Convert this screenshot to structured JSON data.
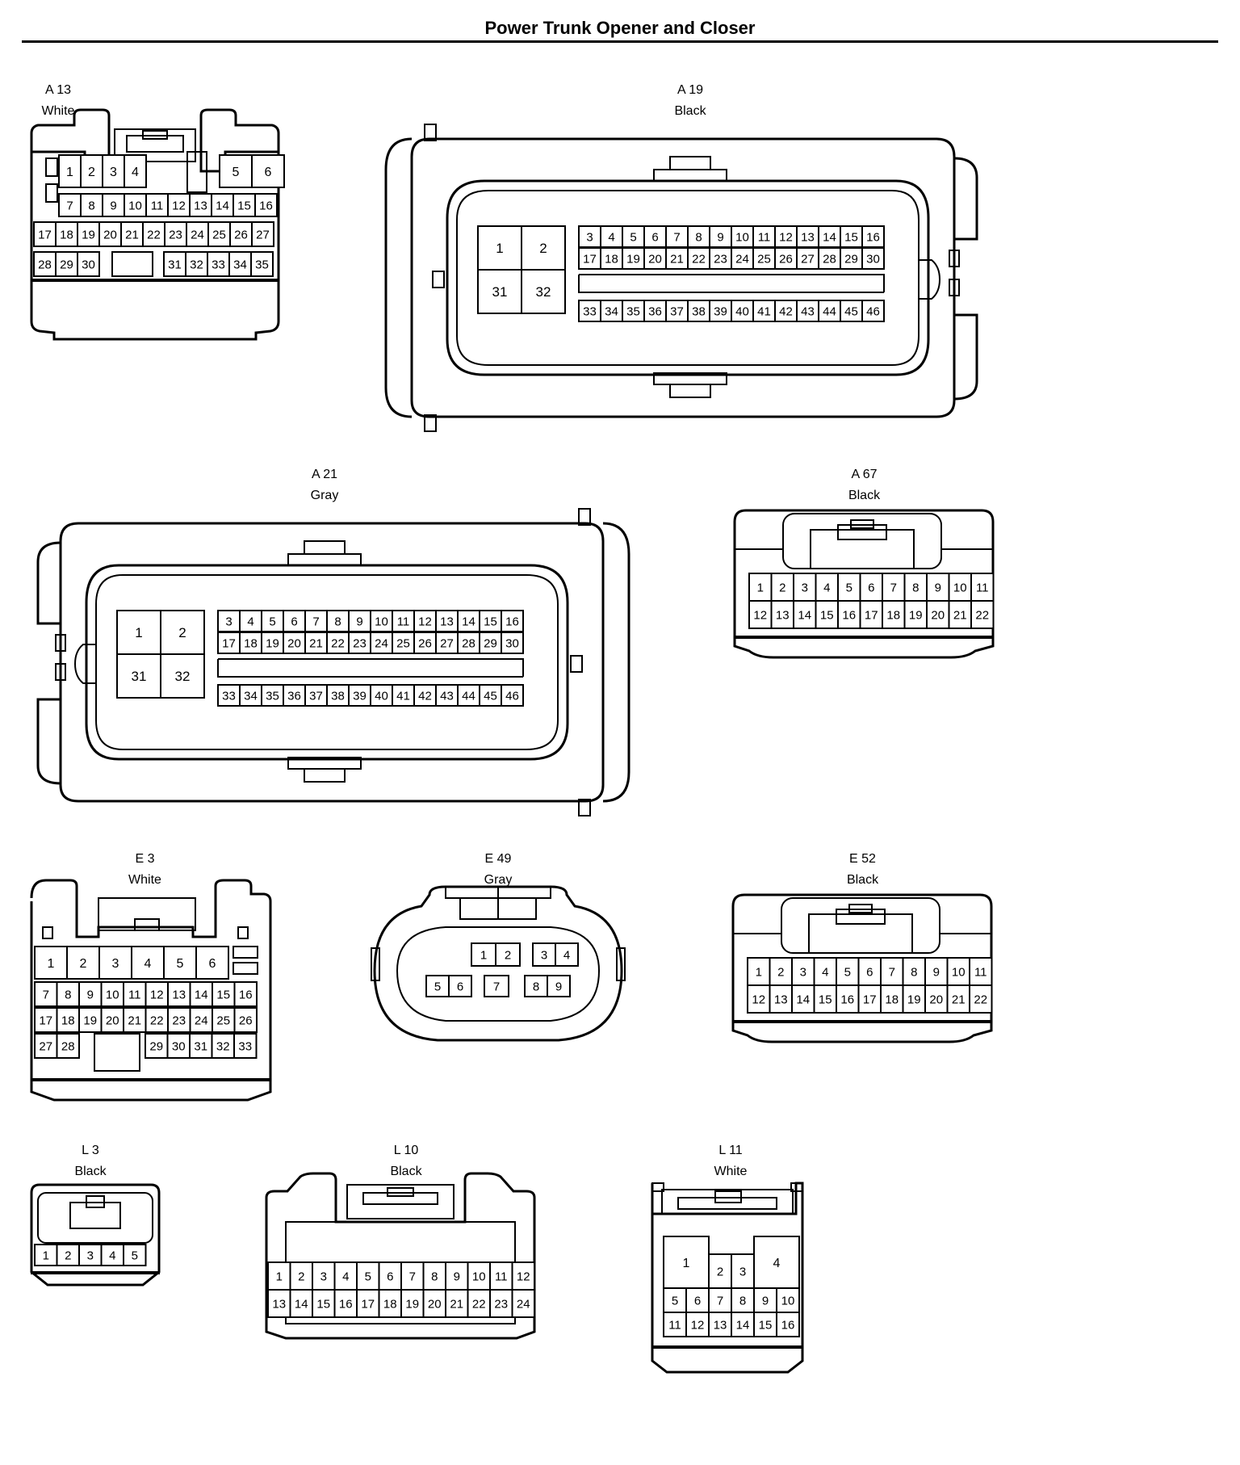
{
  "title": "Power Trunk Opener and Closer",
  "connectors": [
    {
      "id": "A13",
      "label": "A 13",
      "color": "White"
    },
    {
      "id": "A19",
      "label": "A 19",
      "color": "Black"
    },
    {
      "id": "A21",
      "label": "A 21",
      "color": "Gray"
    },
    {
      "id": "A67",
      "label": "A 67",
      "color": "Black"
    },
    {
      "id": "E3",
      "label": "E 3",
      "color": "White"
    },
    {
      "id": "E49",
      "label": "E 49",
      "color": "Gray"
    },
    {
      "id": "E52",
      "label": "E 52",
      "color": "Black"
    },
    {
      "id": "L3",
      "label": "L 3",
      "color": "Black"
    },
    {
      "id": "L10",
      "label": "L 10",
      "color": "Black"
    },
    {
      "id": "L11",
      "label": "L 11",
      "color": "White"
    }
  ],
  "pins": {
    "A13": [
      [
        "1",
        "2",
        "3",
        "4",
        "5",
        "6"
      ],
      [
        "7",
        "8",
        "9",
        "10",
        "11",
        "12",
        "13",
        "14",
        "15",
        "16"
      ],
      [
        "17",
        "18",
        "19",
        "20",
        "21",
        "22",
        "23",
        "24",
        "25",
        "26",
        "27"
      ],
      [
        "28",
        "29",
        "30",
        "31",
        "32",
        "33",
        "34",
        "35"
      ]
    ],
    "A19": [
      [
        "1",
        "2",
        "31",
        "32"
      ],
      [
        "3",
        "4",
        "5",
        "6",
        "7",
        "8",
        "9",
        "10",
        "11",
        "12",
        "13",
        "14",
        "15",
        "16"
      ],
      [
        "17",
        "18",
        "19",
        "20",
        "21",
        "22",
        "23",
        "24",
        "25",
        "26",
        "27",
        "28",
        "29",
        "30"
      ],
      [
        "33",
        "34",
        "35",
        "36",
        "37",
        "38",
        "39",
        "40",
        "41",
        "42",
        "43",
        "44",
        "45",
        "46"
      ]
    ],
    "A21": [
      [
        "1",
        "2",
        "31",
        "32"
      ],
      [
        "3",
        "4",
        "5",
        "6",
        "7",
        "8",
        "9",
        "10",
        "11",
        "12",
        "13",
        "14",
        "15",
        "16"
      ],
      [
        "17",
        "18",
        "19",
        "20",
        "21",
        "22",
        "23",
        "24",
        "25",
        "26",
        "27",
        "28",
        "29",
        "30"
      ],
      [
        "33",
        "34",
        "35",
        "36",
        "37",
        "38",
        "39",
        "40",
        "41",
        "42",
        "43",
        "44",
        "45",
        "46"
      ]
    ],
    "A67": [
      [
        "1",
        "2",
        "3",
        "4",
        "5",
        "6",
        "7",
        "8",
        "9",
        "10",
        "11"
      ],
      [
        "12",
        "13",
        "14",
        "15",
        "16",
        "17",
        "18",
        "19",
        "20",
        "21",
        "22"
      ]
    ],
    "E3": [
      [
        "1",
        "2",
        "3",
        "4",
        "5",
        "6"
      ],
      [
        "7",
        "8",
        "9",
        "10",
        "11",
        "12",
        "13",
        "14",
        "15",
        "16"
      ],
      [
        "17",
        "18",
        "19",
        "20",
        "21",
        "22",
        "23",
        "24",
        "25",
        "26"
      ],
      [
        "27",
        "28",
        "29",
        "30",
        "31",
        "32",
        "33"
      ]
    ],
    "E49": [
      [
        "1",
        "2",
        "3",
        "4"
      ],
      [
        "5",
        "6",
        "7",
        "8",
        "9"
      ]
    ],
    "E52": [
      [
        "1",
        "2",
        "3",
        "4",
        "5",
        "6",
        "7",
        "8",
        "9",
        "10",
        "11"
      ],
      [
        "12",
        "13",
        "14",
        "15",
        "16",
        "17",
        "18",
        "19",
        "20",
        "21",
        "22"
      ]
    ],
    "L3": [
      [
        "1",
        "2",
        "3",
        "4",
        "5"
      ]
    ],
    "L10": [
      [
        "1",
        "2",
        "3",
        "4",
        "5",
        "6",
        "7",
        "8",
        "9",
        "10",
        "11",
        "12"
      ],
      [
        "13",
        "14",
        "15",
        "16",
        "17",
        "18",
        "19",
        "20",
        "21",
        "22",
        "23",
        "24"
      ]
    ],
    "L11": [
      [
        "1",
        "2",
        "3",
        "4"
      ],
      [
        "5",
        "6",
        "7",
        "8",
        "9",
        "10"
      ],
      [
        "11",
        "12",
        "13",
        "14",
        "15",
        "16"
      ]
    ]
  }
}
